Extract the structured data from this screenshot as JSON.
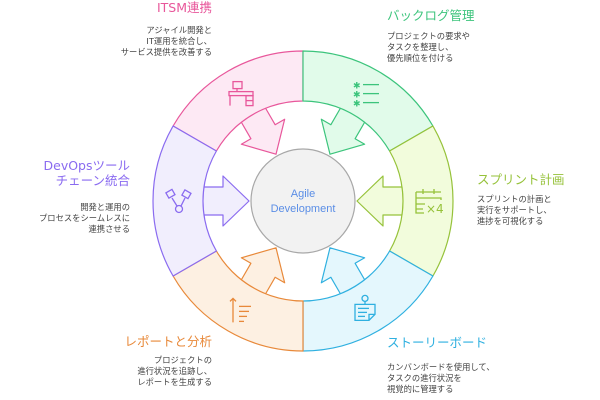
{
  "center": {
    "line1": "Agile",
    "line2": "Development"
  },
  "colors": {
    "center_fill": "#f2f2f2",
    "center_stroke": "#a8a8a8",
    "center_text": "#5b8ee6"
  },
  "sectors": [
    {
      "id": "itsm",
      "title": "ITSM連携",
      "desc": [
        "アジャイル開発と",
        "IT運用を統合し、",
        "サービス提供を改善する"
      ],
      "icon": "desk-computer-icon",
      "stroke": "#e8579b",
      "fill": "#fde9f4"
    },
    {
      "id": "backlog",
      "title": "バックログ管理",
      "desc": [
        "プロジェクトの要求や",
        "タスクを整理し、",
        "優先順位を付ける"
      ],
      "icon": "asterisk-list-icon",
      "stroke": "#3cc47c",
      "fill": "#e1fbea"
    },
    {
      "id": "sprint",
      "title": "スプリント計画",
      "desc": [
        "スプリントの計画と",
        "実行をサポートし、",
        "進捗を可視化する"
      ],
      "icon": "calendar-x4-icon",
      "stroke": "#96c23a",
      "fill": "#f2fcdc"
    },
    {
      "id": "story",
      "title": "ストーリーボード",
      "desc": [
        "カンバンボードを使用して、",
        "タスクの進行状況を",
        "視覚的に管理する"
      ],
      "icon": "pinned-note-icon",
      "stroke": "#2fb0e0",
      "fill": "#e4f7fd"
    },
    {
      "id": "report",
      "title": "レポートと分析",
      "desc": [
        "プロジェクトの",
        "進行状況を追跡し、",
        "レポートを生成する"
      ],
      "icon": "sort-ascending-icon",
      "stroke": "#e8893a",
      "fill": "#fdf0e2"
    },
    {
      "id": "devops",
      "title": "DevOpsツール",
      "title2": "チェーン統合",
      "desc": [
        "開発と運用の",
        "プロセスをシームレスに",
        "連携させる"
      ],
      "icon": "pistons-gear-icon",
      "stroke": "#8a6bf0",
      "fill": "#f1eefd"
    }
  ]
}
